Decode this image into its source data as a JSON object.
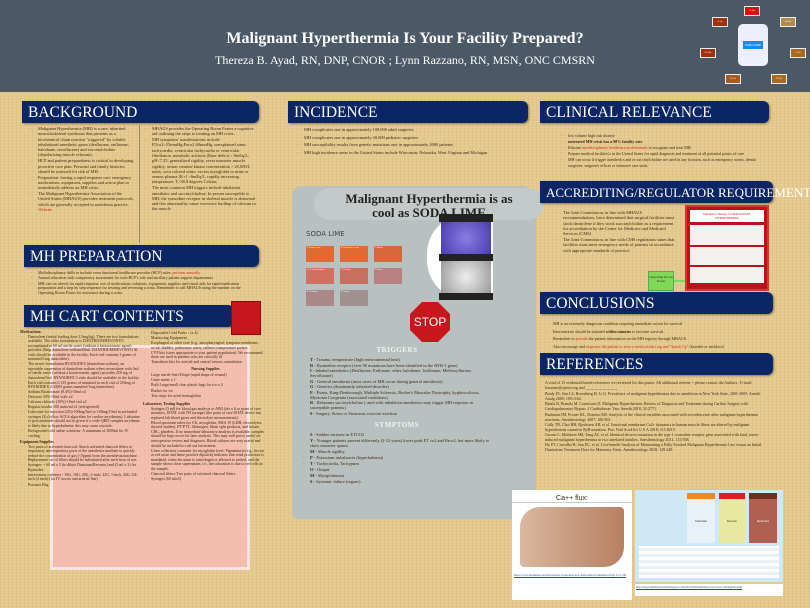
{
  "header": {
    "title": "Malignant Hyperthermia Is Your Facility Prepared?",
    "authors": "Thereza  B. Ayad, RN, DNP, CNOR ;  Lynn Razzano, RN, MSN, ONC CMSRN",
    "cycle_center": "SODA LIME",
    "cycle_items": [
      "S- Sud",
      "M- Mus",
      "P- Pot",
      "T- Tach",
      "O- Out",
      "M- Myo",
      "S- Sys"
    ]
  },
  "background": {
    "heading": "BACKGROUND",
    "col1": [
      "Malignant Hyperthermia (MH) is a rare, inherited musculoskeletal syndrome that presents as a biochemical chain reaction \"triggered\" by volatile inhalational anesthetic gases (desflurane, enflurane, halothane, sevoflurane) and succinylcholine (depolarizing muscle relaxant).",
      "HCP and patient preparedness is critical in developing proactive care plan. Personal and family histories should be assessed for risk of MH.",
      "Preparation: having a rapid response cart: emergency medications, equipment, supplies and action plan to immediately address an MH crisis.",
      "The Malignant Hyperthermia Association of the United States (MHAUS) provides treatment protocols, which are generally accepted in anesthesia practice."
    ],
    "website": "Website",
    "col2": [
      "MHAUS provides the Operating Room Poster a cognitive aid outlining the steps to treating an MH crisis.",
      "MH symptoms' manifestations include ETco2>55mmHg;Paco2 60mmHg, unexplained sinus tachycardia, ventricular tachycardia or ventricular fibrillation, metabolic acidosis (Base deficit > 8mEq/L, pH<7.25, generalized rigidity, sever masseter muscle rigidity, serum creatine kinase concentration > 20,000/L units; coca colored urine; excess myoglobin in urine or serum; plasma [K+] >6mEq/L, rapidly increasing temperature; T>38.8 degrees Celsius",
      "The most common MH triggers include inhalation anesthetic and succinylcholine. In person susceptible to MH, the ryanodine receptor in skeletal muscle is abnormal and this abnormality cause excessive buildup of calcium in the muscle"
    ]
  },
  "preparation": {
    "heading": "MH PREPARATION",
    "items": [
      {
        "text": "Multidisciplinary drills to include cross functional healthcare provider (HCP) roles, ",
        "red": "perform annually"
      },
      {
        "text": "Annual education with competency assessment for each HCP's role and ancillary patient support departments",
        "red": ""
      },
      {
        "text": "MH cart on wheels for rapid response, use of medications, solutions, equipment, supplies and visual aids for rapid medication preparation and a step by step sequence for treating and reversing a crisis. Remember to call MHAUS using the number on the Operating Room Poster for assistance during a crisis.",
        "red": ""
      }
    ]
  },
  "cart": {
    "heading": "MH CART CONTENTS",
    "medications_label": "Medications:",
    "medications": [
      "Dantrolene (initial loading dose 2.5mg/kg). There are two formulations available. The older formulation is DANTRIUM/REVONTO reconstituted in 60 ml sterile water (without a bacteriostatic agent) provides 20mg dantrolene sodium/60ml. DANTRIUM/REVONTO 36 vials should be available in the facility. Each vial contains 3 grams of mannitol/1mg dantrolene).",
      "The newer formulation RYANODEX (dantrolene sodium), an injectable suspension of dantrolene sodium when reconstitute with 5ml of sterile water (without a bacteriostatic agent) provides 250 mg of dantrolene/5ml. RYANODEX 3 vials should be available in the facility. Each vial contains 0.125 grams of mannitol in each vial of 250mg of RYANODEX (0.0005 grams mannitol/1mg dantrolene).",
      "Sodium Bicarbonate (8.4%)-50ml x4",
      "Dextrose 50%-50ml vials x2",
      "Calcium chloride (10%)-10ml vial x2",
      "Regular insulin-100 units/ml x1 (refrigerated)",
      "Lidocaine for injection (2%)-100mg/5ml or 100mg/10ml in preloaded syringes (3) (follow ACLS algorithm for cardiac arrythmias). Lidocaine or procainamide should not be given if a wide-QRD complex arrythmia is likely due to hyperkalemia; this may cause asystole.",
      "Refrigerated cold saline solutions- A minimum of 3000ml for IV cooling."
    ],
    "equipment_label": "Equipment/Supplies",
    "equipment": [
      "Two pairs of activated charcoal. Attach activated charcoal filters to inspiratory and expiratory ports of the anesthesia machine to quickly reduce the concentration of gas (<5ppm) from the anesthesia machine. Replacement set of filters should be substituted after each hour of use.",
      "Syringes -- 60 ml x 5 (to dilute Dantrium/Revonto) and (5 ml x 3) for Ryanodex",
      "Intravenous catheters - 16G, 18G, 20G, 2-inch; 22G, 1-inch, 24G, 3/4-inch (4 each) (for IV access and arterial line)",
      "Pressure Bag"
    ],
    "col2a": [
      "Disposable Cold Packs - (x 4)",
      "Monitoring Equipment",
      "Esophageal or other core (e.g., nasopharyngeal, tympanic membrane, rectal, bladder, pulmonary artery catheter) temperature probes.",
      "CVP kits (sizes appropriate to your patient population). We recommend these are used in patients who are critically ill",
      "Transducer kits for arterial and central venous cannulation."
    ],
    "nursing_label": "Nursing Supplies",
    "nursing": [
      "Large sterile Steri-Drape (rapid drape of wound)",
      "Urine meter x 1",
      "Both Large/small clear plastic bags for ice x 4",
      "Bucket for ice",
      "Test strips for urine hemoglobin"
    ],
    "lab_label": "Laboratory Testing Supplies",
    "lab": [
      "Syringes (3 ml) for blood gas analysis or ABG kits x 6 or point of care monitors, ISTAT with TH syringes (the point of care ISTAT device has replaced lab blood gases and electrolyte measurements).",
      "Blood specimen tubes for CK, myoglobin, SMA 19 (LDH, electrolytes, thyroid studies), PT/PTT, fibrinogen, fibrin split products, and lactate, CBC, platelets. If no immediate laboratory analysis is available, samples should be kept on ice for later analysis. This may well prove useful on retrospective review and diagnosis. Blood cultures are very useful and should be included to rule out bacteremia.",
      "Urine collection container for myoglobin level. Pigmenturia (e.g., brown or red urine and heme positive dipstick) indicates that renal protection is mandated, when the urine is centrifuged or allowed to settled, and the sample shows clear supernatant, i.e., the coloration is due to red cells in the sample.",
      "Charcoal filters-Two pairs of activated charcoal filters.",
      "Syringes (60 mlx5)"
    ]
  },
  "incidence": {
    "heading": "INCIDENCE",
    "items": [
      "MH complicates one in approximately 100,000 adult surgeries",
      "MH complicates one in approximately 30,000 pediatric surgeries",
      "MH susceptibility results from genetic mutations one in approximately 2000 patients",
      "MH high incidence areas in the United States include Wisconsin, Nebraska, West Virginia and Michigan"
    ]
  },
  "soda_lime": {
    "title": "Malignant Hyperthermia is as cool as SODA LIME",
    "label": "SODA LIME",
    "stop": "STOP",
    "tags": [
      "T- Trauma, temp",
      "R- Ryanodine receptor",
      "I- Inhaled",
      "G- General anesthesia",
      "G- Genetics",
      "E- Evans",
      "R- Relaxants",
      "S- Surgery"
    ],
    "triggers_title": "TRIGGERS",
    "triggers": [
      [
        "T",
        "Trauma, temperature (high environmental heat)"
      ],
      [
        "R",
        "Ryanodine receptor (over 90 mutations have been identified in the RYR-1 gene)"
      ],
      [
        "I",
        "Inhaled anesthetics (Desflurane, Enflurane, ether, halothane, Isoflurane, Methoxyflurane, Sevoflurane)"
      ],
      [
        "G",
        "General anesthesia (most cases of MH occur during general anesthesia)"
      ],
      [
        "G",
        "Genetics (dominantly inherited disorder)"
      ],
      [
        "E",
        "Evans, King-Denborough, Multiple Sclerosis, Becker's Muscular Dystrophy, kyphoscoliosis, Myotonia Congenita (associated conditions)"
      ],
      [
        "R",
        "Relaxants succinylcholine ( used with inhalation anesthetics may trigger MH response in susceptible patients)"
      ],
      [
        "S",
        "Surgery, Stress or Strenuous exercise exertion"
      ]
    ],
    "symptoms_title": "SYMPTOMS",
    "symptoms": [
      [
        "S",
        "Sudden increase in ETCO2"
      ],
      [
        "Y",
        "Younger patients present differently (2-12 years) lower peak ET co2 and Paco2, but more likely to show masseter spasm"
      ],
      [
        "M",
        "Muscle rigidity"
      ],
      [
        "P",
        "Potassium imbalances (hyperkalemia)"
      ],
      [
        "T",
        "Tachycardia, Tachypnea"
      ],
      [
        "O",
        "Output"
      ],
      [
        "M",
        "Myoglobinuria"
      ],
      [
        "S",
        "Systemic failure (organs)"
      ]
    ]
  },
  "clinical": {
    "heading": "CLINICAL RELEVANCE",
    "items": [
      {
        "text": "low volume high risk disease"
      },
      {
        "text": "untreated MH crisis has a 90% fatality rate",
        "bold": true
      },
      {
        "pre": "Educate ",
        "red": "interdisciplinary healthcare professionals",
        "text": " to recognize and treat MH."
      },
      {
        "text": "Prepare medical facilities's in the United States for rapid diagnosis and treatment at all potential points of care"
      },
      {
        "text": "MH can occur if trigger anesthetics and or succinylcholine are used in any location, such as emergency rooms, dental surgeries, surgeon's offices or intensive care units."
      }
    ]
  },
  "accrediting": {
    "heading": "ACCREDITING/REGULATOR REQUIREMENTS",
    "items": [
      "The Joint Commission, in line with MHAUS recommendations, have determined that surgical facilities must stock dantrolene if they stock succinylcholine as a requirement for accreditation by the Center for Medicare and Medicaid Services (CMS)",
      "The Joint Commission, in line with CMS regulations states that facilities must meet emergency needs of patients in accordance with appropriate standards of practice."
    ],
    "callout": "Operating Room Poster",
    "poster_title": "Emergency Therapy for MALIGNANT HYPERTHERMIA"
  },
  "conclusions": {
    "heading": "CONCLUSIONS",
    "items": [
      {
        "text": "MH is an extremely dangerous condition requiring immediate action for survival"
      },
      {
        "pre": "Interventions should be initiated ",
        "bold": "within minutes",
        "text": " to increase survival."
      },
      {
        "pre": "Remember to ",
        "red": "provide",
        "text": " the patient information on the MH registry through MHAUS."
      },
      {
        "pre": "Also encourage and ",
        "red": "empower the patient to wear a medical alert tag and \"Speak Up\"",
        "text": " (bracelet or necklace)"
      }
    ]
  },
  "references": {
    "heading": "REFERENCES",
    "items": [
      "A total of 15 evidenced based references we reviewed for this poster. All additional referen -- please contact the Authors , E-mail: lrazzano@optim.org and ________________",
      "Brady JE, Sun LS, Rosenberg H, Li G. Prevalence of malignant hyperthermia due to anesthesia in New York State, 2001-2005. Anesth Analg 2009; 109:1162.",
      "Batala B, Brasala M, Cornescan D. Malignant Hyperthermia: Review of Diagnosis and Treatment during Cardiac Surgery with Cardiopulmonary Bypass. J Cardiothorac Vasc Anesth 2018; 32:2771.",
      "Burkman JM, Posner KL, Domino KB. Analysis of the clinical variables associated with recrudescence after malignant hyperthermia reactions. Anesthesiology 2007; 106:901.",
      "Cully TR, Choi RH, Bjorksten AR, et al. Junctional membrane Ca2+ dynamics in human muscle fibers are altered by malignant hyperthermia causative RyR mutation. Proc Natl Acad Sci U S A 2018; 115:8215.",
      "Groom L, Muldoon SM, Tang ZZ, et al. Identical de novo mutation in the type 1 ryanodine receptor gene associated with fatal, stress-induced malignant hyperthermia in two unrelated families. Anesthesiology 2011; 115:938.",
      "Ho PT, Carvalho B, Sun EC, et al. Cost-benefit Analysis of Maintaining a Fully Stocked Malignant Hyperthermia Cart versus an Initial Dantrolene Treatment Dose for Maternity Units. Anesthesiology 2018; 129:249."
    ]
  },
  "figures": {
    "ca_title": "Ca++ flux:",
    "ca_caption": "https://www.slideshare.net/mordorius1/ryanodexa-new-dantrolene-formulation  Page 6 of 140",
    "vials_caption": "http://hyperthermiajournal.blogspot.com/2015/06/treatment-protocol-for-malignant.html",
    "vials": [
      "Dantrium",
      "Revonto",
      "Ryanodex"
    ]
  }
}
